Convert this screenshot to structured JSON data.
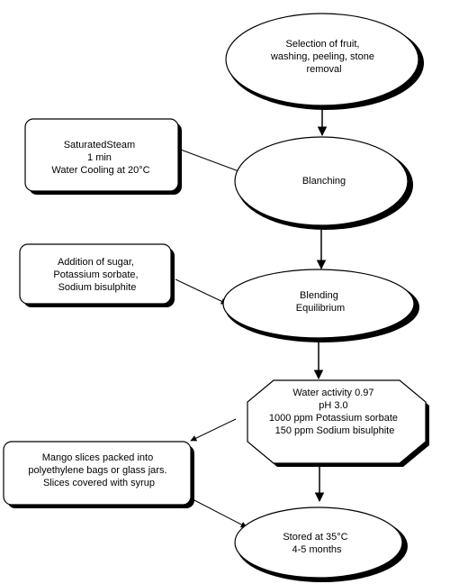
{
  "colors": {
    "stroke": "#000000",
    "shadow": "#000000",
    "fill": "#ffffff",
    "text": "#000000"
  },
  "nodes": {
    "selection": {
      "lines": [
        "Selection of fruit,",
        "washing, peeling, stone",
        "removal"
      ]
    },
    "blanching": {
      "lines": [
        "Blanching"
      ]
    },
    "blending": {
      "lines": [
        "Blending",
        "Equilibrium"
      ]
    },
    "water_activity": {
      "lines": [
        "Water activity 0.97",
        "pH 3.0",
        "1000 ppm Potassium sorbate",
        "150 ppm Sodium bisulphite"
      ]
    },
    "stored": {
      "lines": [
        "Stored at 35°C",
        "4-5 months"
      ]
    }
  },
  "notes": {
    "steam": {
      "lines": [
        "SaturatedSteam",
        "1 min",
        "Water Cooling at 20°C"
      ]
    },
    "additives": {
      "lines": [
        "Addition of sugar,",
        "Potassium sorbate,",
        "Sodium bisulphite"
      ]
    },
    "packing": {
      "lines": [
        "Mango slices packed into",
        "polyethylene bags or glass jars.",
        "Slices covered with syrup"
      ]
    }
  }
}
